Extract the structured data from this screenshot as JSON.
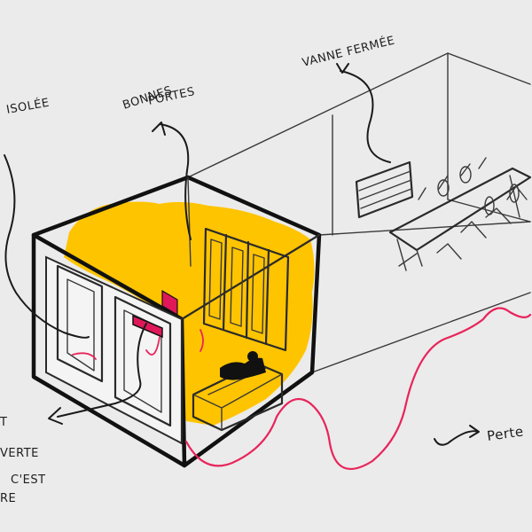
{
  "colors": {
    "background": "#ebebeb",
    "warm_glow": "#ffc400",
    "heat_loss": "#e8245c",
    "radiator": "#e0185a",
    "ink": "#1e1e1e"
  },
  "labels": {
    "isolee": "ISOLÉE",
    "bonnes_portes_1": "BONNES",
    "bonnes_portes_2": "PORTES",
    "vanne_fermee": "VANNE FERMÉE",
    "pertes": "Perte",
    "ouverte_1": "VERTE",
    "ouverte_2": "C'EST",
    "ouverte_3": "RE",
    "ouverte_mark": "T"
  }
}
